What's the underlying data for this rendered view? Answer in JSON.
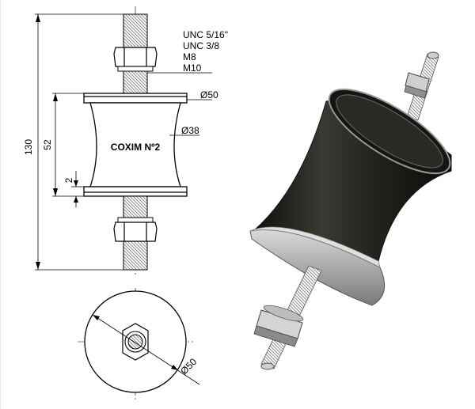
{
  "drawing": {
    "thread_specs": [
      "UNC 5/16\"",
      "UNC 3/8",
      "M8",
      "M10"
    ],
    "dim_total_height": "130",
    "dim_body_height": "52",
    "dim_flange_thickness": "2",
    "dim_flange_diameter": "Ø50",
    "dim_waist_diameter": "Ø38",
    "dim_top_view_diameter": "Ø50",
    "part_label": "COXIM Nº2"
  },
  "colors": {
    "line": "#000000",
    "rubber": "#1c1c1a",
    "steel": "#b8b8b8"
  }
}
